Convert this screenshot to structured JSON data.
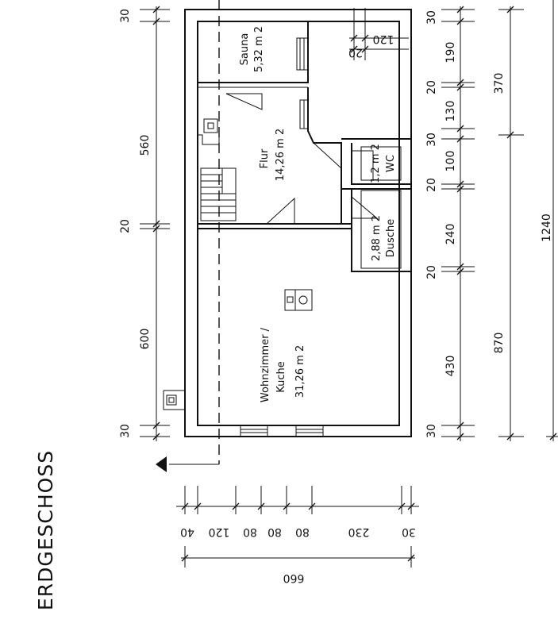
{
  "title": "ERDGESCHOSS",
  "rooms": {
    "sauna": {
      "name": "Sauna",
      "area": "5,32 m 2"
    },
    "flur": {
      "name": "Flur",
      "area": "14,26 m 2"
    },
    "wc": {
      "name": "WC",
      "area": "1,2 m 2"
    },
    "dusche": {
      "name": "Dusche",
      "area": "2,88 m 2"
    },
    "wohn": {
      "name1": "Wohnzimmer /",
      "name2": "Kuche",
      "area": "31,26 m 2"
    }
  },
  "dims_left": [
    "30",
    "560",
    "20",
    "600",
    "30"
  ],
  "dims_right_inner": [
    "30",
    "190",
    "20",
    "130",
    "30",
    "100",
    "20",
    "240",
    "20",
    "430",
    "30"
  ],
  "dims_right_outer": [
    "370",
    "870"
  ],
  "dims_right_total": "1240",
  "dims_top_small": [
    "120",
    "20"
  ],
  "dims_bottom": [
    "40",
    "120",
    "80",
    "80",
    "80",
    "230",
    "30"
  ],
  "dims_bottom_total": "660"
}
